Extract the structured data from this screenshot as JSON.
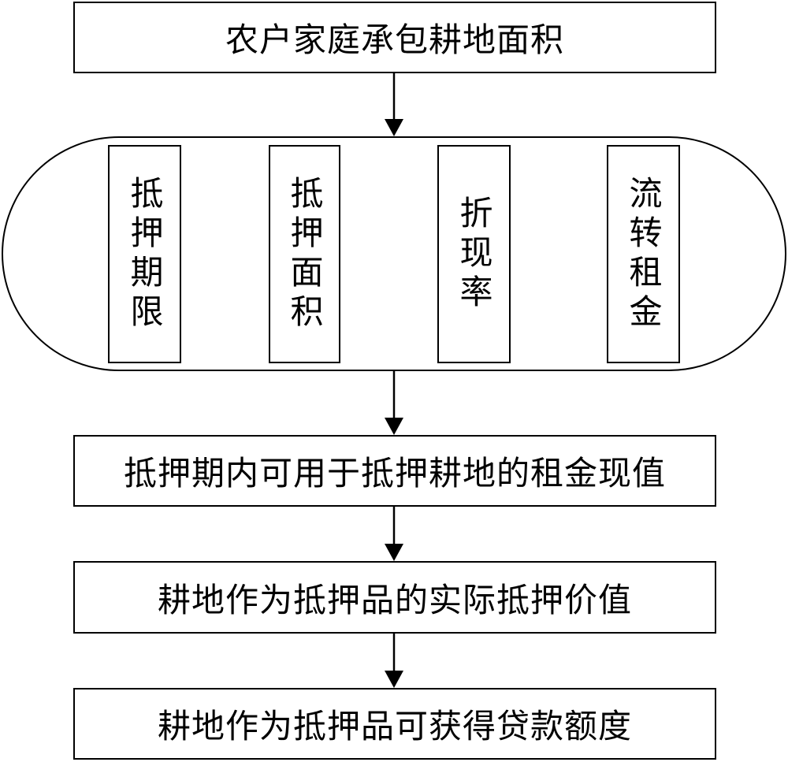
{
  "diagram": {
    "nodes": {
      "farmland_area": "农户家庭承包耕地面积",
      "factors": [
        "抵押期限",
        "抵押面积",
        "折现率",
        "流转租金"
      ],
      "rent_present_value": "抵押期内可用于抵押耕地的租金现值",
      "actual_mortgage_value": "耕地作为抵押品的实际抵押价值",
      "loan_amount": "耕地作为抵押品可获得贷款额度"
    }
  }
}
